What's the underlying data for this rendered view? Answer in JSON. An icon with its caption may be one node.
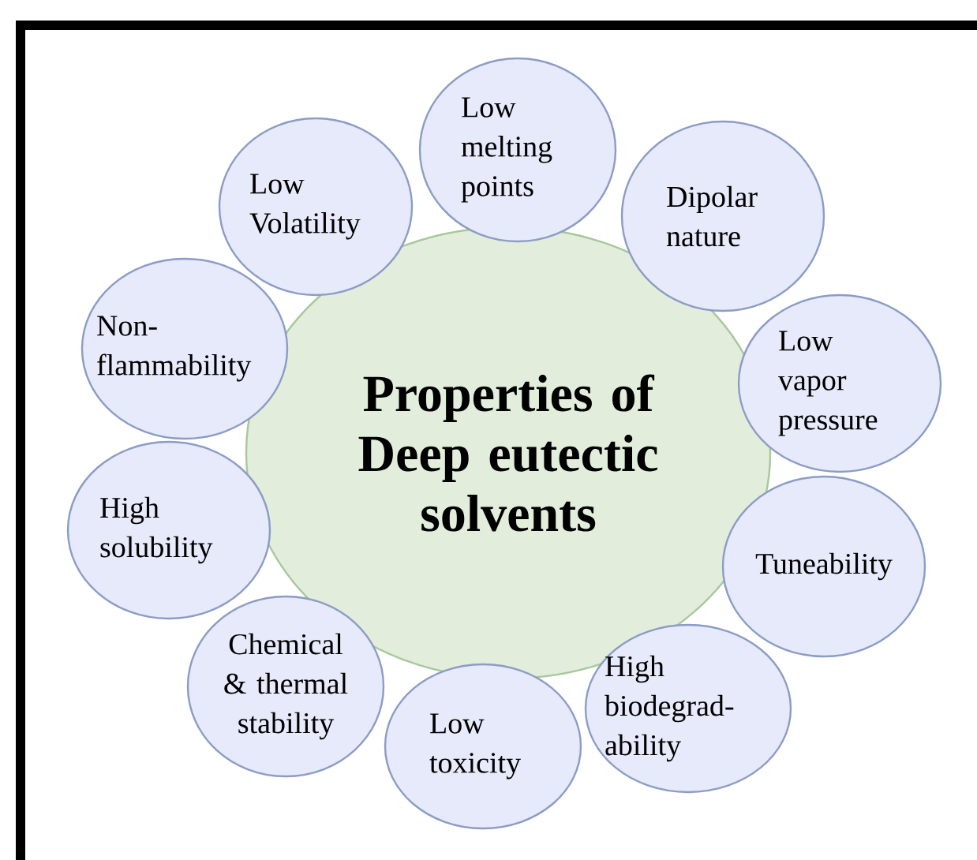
{
  "diagram": {
    "nodes": [
      {
        "text": [
          "Properties of Deep eutectic solvents"
        ]
      },
      {
        "text": [
          "Low melting points"
        ]
      },
      {
        "text": [
          "Dipolar nature"
        ]
      },
      {
        "text": [
          "Low vapor pressure"
        ]
      },
      {
        "text": [
          "Tuneability"
        ]
      },
      {
        "text": [
          "High biodegrad-ability"
        ]
      },
      {
        "text": [
          "Low toxicity"
        ]
      },
      {
        "text": [
          "Chemical & thermal stability"
        ]
      },
      {
        "text": [
          "High solubility"
        ]
      },
      {
        "text": [
          "Non-flammability"
        ]
      },
      {
        "text": [
          "Low Volatility"
        ]
      }
    ]
  }
}
